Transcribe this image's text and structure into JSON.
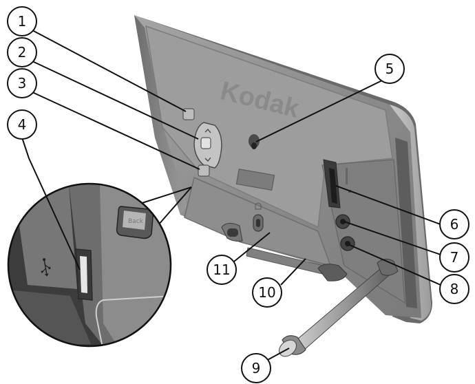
{
  "brand": {
    "logo_text": "Kodak"
  },
  "inset": {
    "button_label": "Back"
  },
  "callouts": [
    {
      "id": 1,
      "label": "1"
    },
    {
      "id": 2,
      "label": "2"
    },
    {
      "id": 3,
      "label": "3"
    },
    {
      "id": 4,
      "label": "4"
    },
    {
      "id": 5,
      "label": "5"
    },
    {
      "id": 6,
      "label": "6"
    },
    {
      "id": 7,
      "label": "7"
    },
    {
      "id": 8,
      "label": "8"
    },
    {
      "id": 9,
      "label": "9"
    },
    {
      "id": 10,
      "label": "10"
    },
    {
      "id": 11,
      "label": "11"
    }
  ],
  "colors": {
    "frame_dark": "#5e5e5e",
    "frame_mid": "#8b8b8b",
    "frame_light": "#b9b9b9",
    "line": "#111111"
  },
  "icons": {
    "usb": "usb-icon",
    "lock": "lock-icon",
    "nav": "four-way-navigation-icon"
  }
}
